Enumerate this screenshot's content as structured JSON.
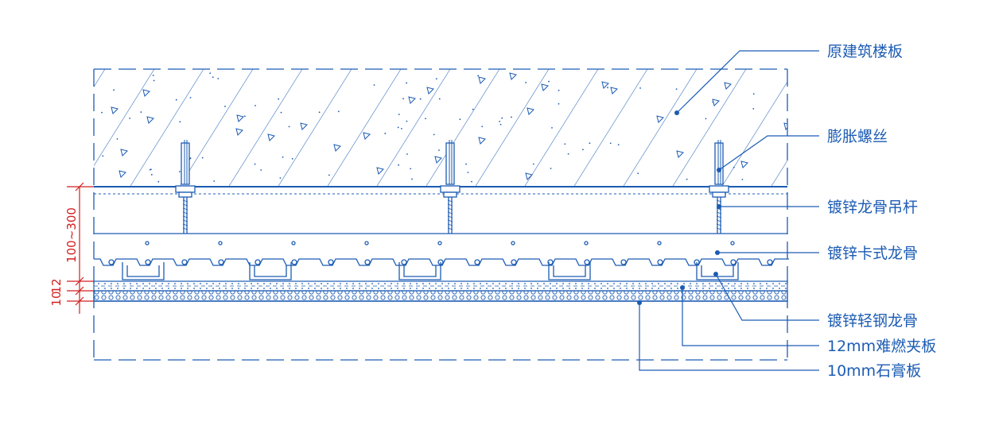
{
  "callouts": {
    "slab": "原建筑楼板",
    "expansion_bolt": "膨胀螺丝",
    "hanger_rod": "镀锌龙骨吊杆",
    "clip_keel": "镀锌卡式龙骨",
    "light_steel_keel": "镀锌轻钢龙骨",
    "fire_board": "12mm难燃夹板",
    "gypsum_board": "10mm石膏板"
  },
  "dimensions": {
    "gap": "100~300",
    "board_a": "12",
    "board_b": "10"
  },
  "colors": {
    "line": "#1c5cb4",
    "dimension": "#d21e1e",
    "background": "#ffffff"
  }
}
